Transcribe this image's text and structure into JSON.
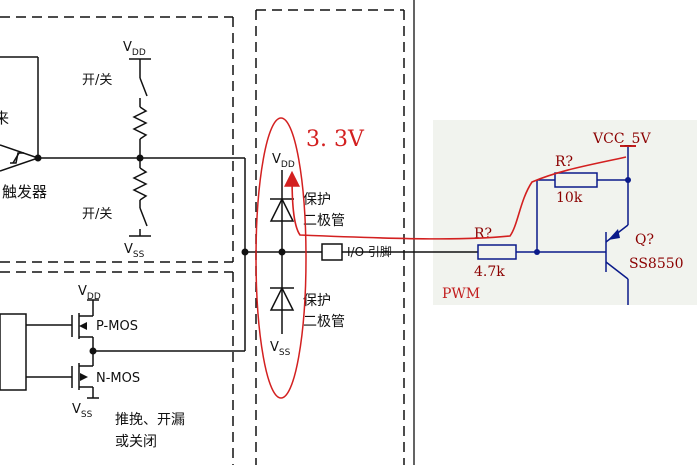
{
  "left_block": {
    "trigger_partial": "来",
    "trigger_label": "触发器",
    "vdd_main": "V",
    "vdd_sub": "DD",
    "vss_main": "V",
    "vss_sub": "SS",
    "switch_label": "开/关",
    "diode_label_1": "保护",
    "diode_label_2": "二极管",
    "io_label": "I/O 引脚",
    "pmos_label": "P-MOS",
    "nmos_label": "N-MOS",
    "mode_label_1": "推挽、开漏",
    "mode_label_2": "或关闭"
  },
  "annotation": {
    "voltage_label": "3. 3V",
    "pwm_label": "PWM",
    "red_color": "#d32020"
  },
  "right_block": {
    "vcc_label": "VCC_5V",
    "r_base_ref": "R?",
    "r_base_value": "4.7k",
    "r_pull_ref": "R?",
    "r_pull_value": "10k",
    "q_ref": "Q?",
    "q_part": "SS8550",
    "text_color": "#8b0000",
    "wire_color": "#0a1a8a"
  }
}
